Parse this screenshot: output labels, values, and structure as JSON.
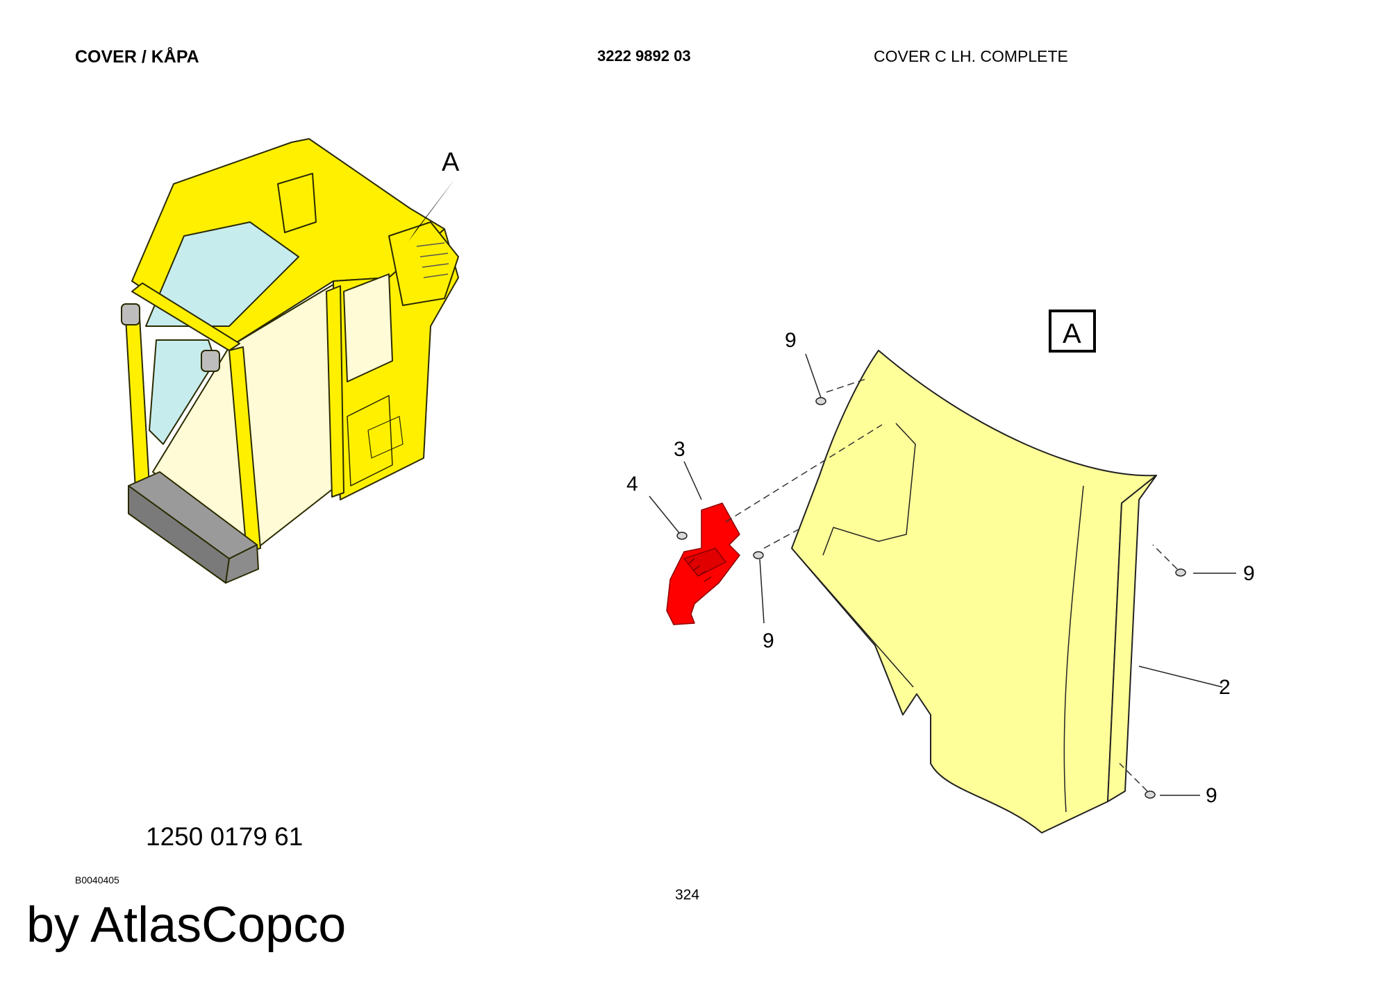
{
  "header": {
    "title": "COVER / KÅPA",
    "part_number": "3222 9892 03",
    "description": "COVER C LH. COMPLETE"
  },
  "drawing": {
    "view_label": "A",
    "detail_label": "A",
    "callouts": {
      "screw_top": "9",
      "bracket": "3",
      "bolt": "4",
      "screw_mid": "9",
      "screw_right_upper": "9",
      "panel": "2",
      "screw_right_lower": "9"
    },
    "colors": {
      "cab_yellow": "#FFF000",
      "panel_yellow": "#FFFF99",
      "highlight_red": "#FF0000",
      "step_gray": "#8C8C8C"
    }
  },
  "footer": {
    "assembly_number": "1250 0179 61",
    "drawing_ref": "B0040405",
    "page_number": "324",
    "brand": "by AtlasCopco"
  }
}
